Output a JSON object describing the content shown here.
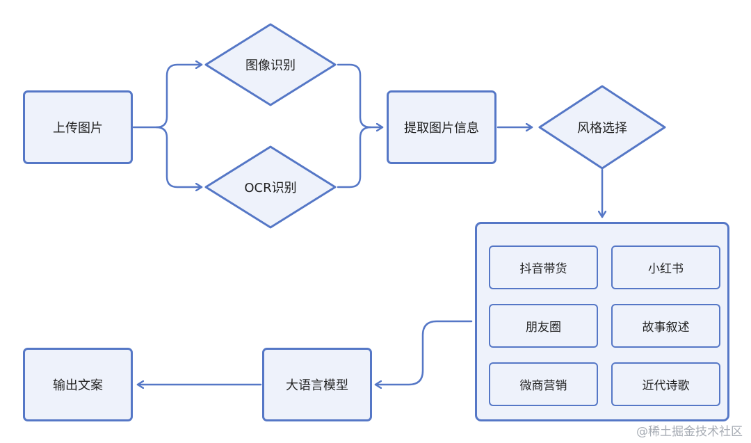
{
  "nodes": {
    "upload": "上传图片",
    "image_recognition": "图像识别",
    "ocr_recognition": "OCR识别",
    "extract_info": "提取图片信息",
    "style_select": "风格选择",
    "llm": "大语言模型",
    "output": "输出文案"
  },
  "styles": [
    "抖音带货",
    "小红书",
    "朋友圈",
    "故事叙述",
    "微商营销",
    "近代诗歌"
  ],
  "watermark": "@稀土掘金技术社区",
  "colors": {
    "stroke": "#5577c6",
    "fill": "#eef2fb",
    "text": "#222222",
    "watermark": "#a7acb4"
  }
}
